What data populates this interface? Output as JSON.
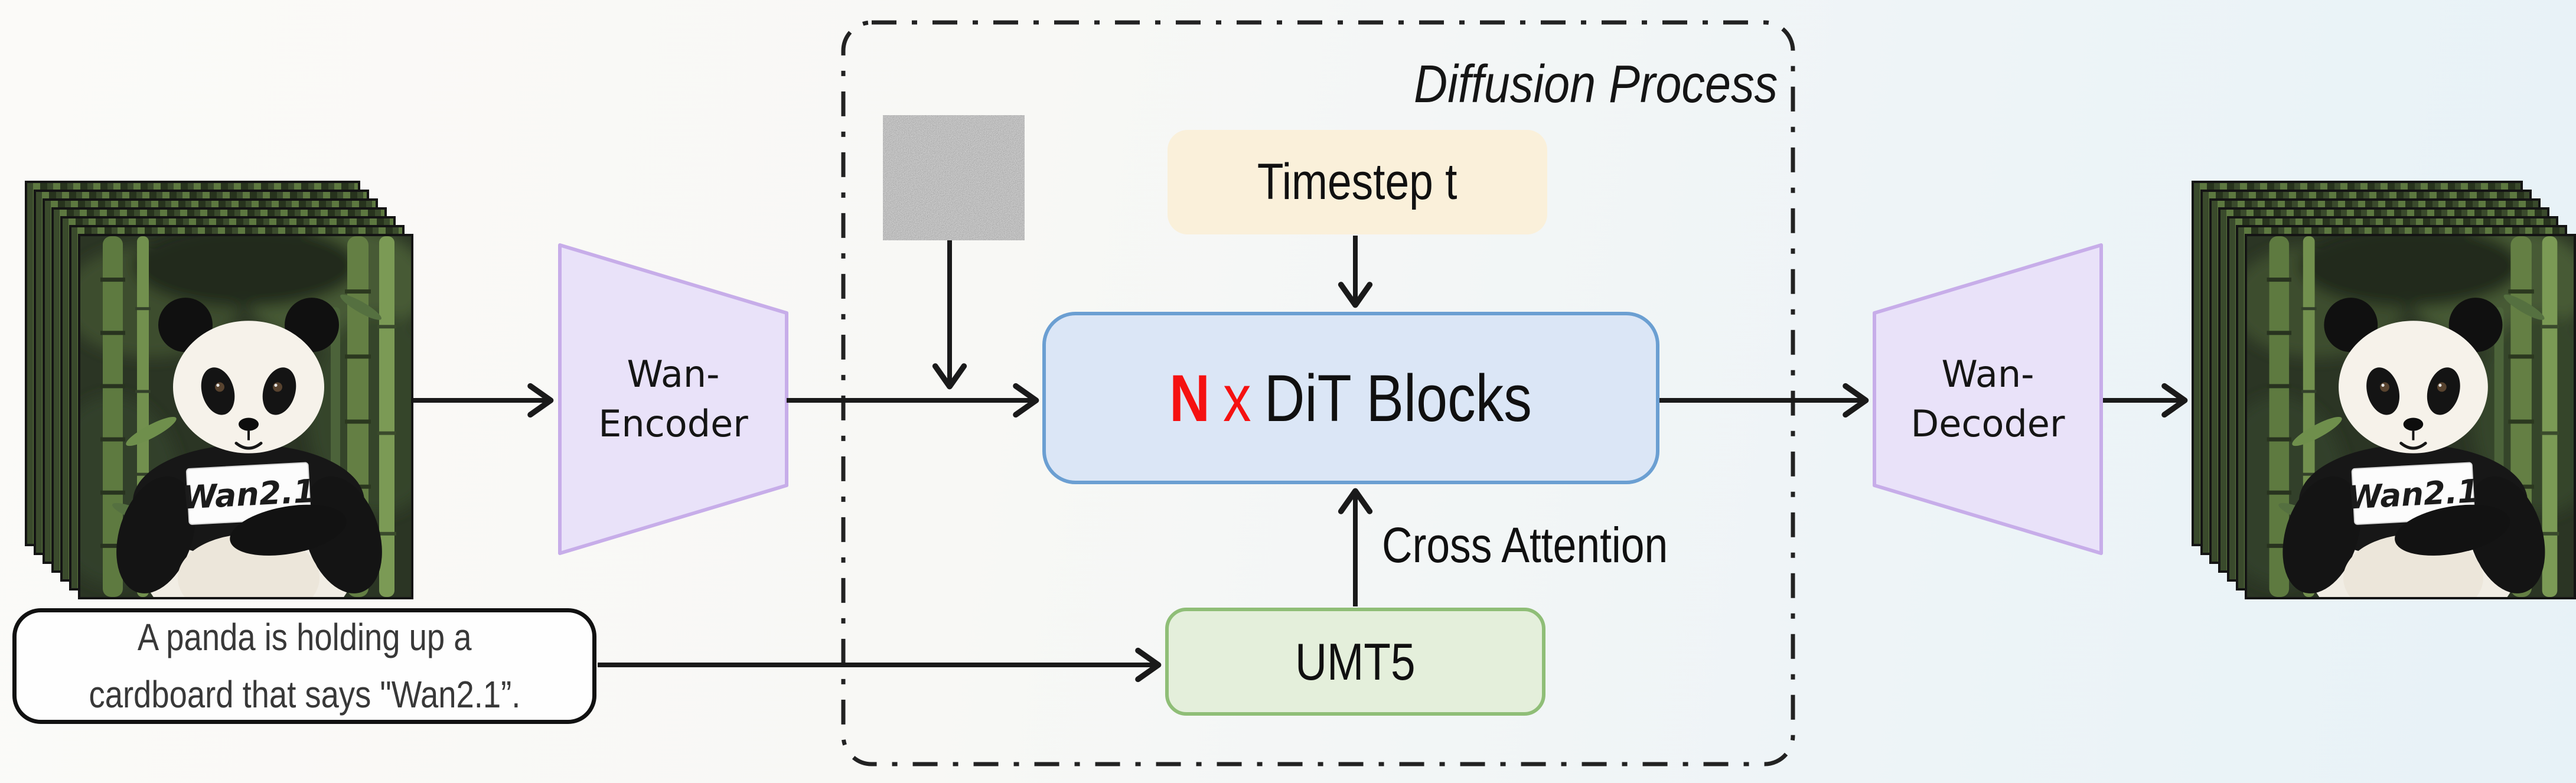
{
  "colors": {
    "stage-bg-left": "#fbfaf8",
    "stage-bg-right": "#e7f2f7",
    "arrow": "#1a1a1a",
    "dashed-border": "#222222",
    "dit-fill": "#dbe6f6",
    "dit-border": "#6b9fd2",
    "dit-accent-red": "#f51111",
    "timestep-fill": "#faf0da",
    "umt5-fill": "#e4efdb",
    "umt5-border": "#8fbe77",
    "trapezoid-fill": "#e9e2f9",
    "trapezoid-border": "#c7ade9",
    "prompt-border": "#111111",
    "frame-border": "#141414"
  },
  "diffusion": {
    "title": "Diffusion Process"
  },
  "dit": {
    "n": "N",
    "times": "x",
    "label": "DiT Blocks"
  },
  "timestep": {
    "label": "Timestep t"
  },
  "umt5": {
    "label": "UMT5"
  },
  "cross_attention": {
    "label": "Cross Attention"
  },
  "encoder": {
    "line1": "Wan-",
    "line2": "Encoder"
  },
  "decoder": {
    "line1": "Wan-",
    "line2": "Decoder"
  },
  "prompt": {
    "line1": "A panda is holding up a",
    "line2": "cardboard that says \"Wan2.1”."
  },
  "panda": {
    "sign_text": "Wan2.1",
    "frame_count": 7
  }
}
